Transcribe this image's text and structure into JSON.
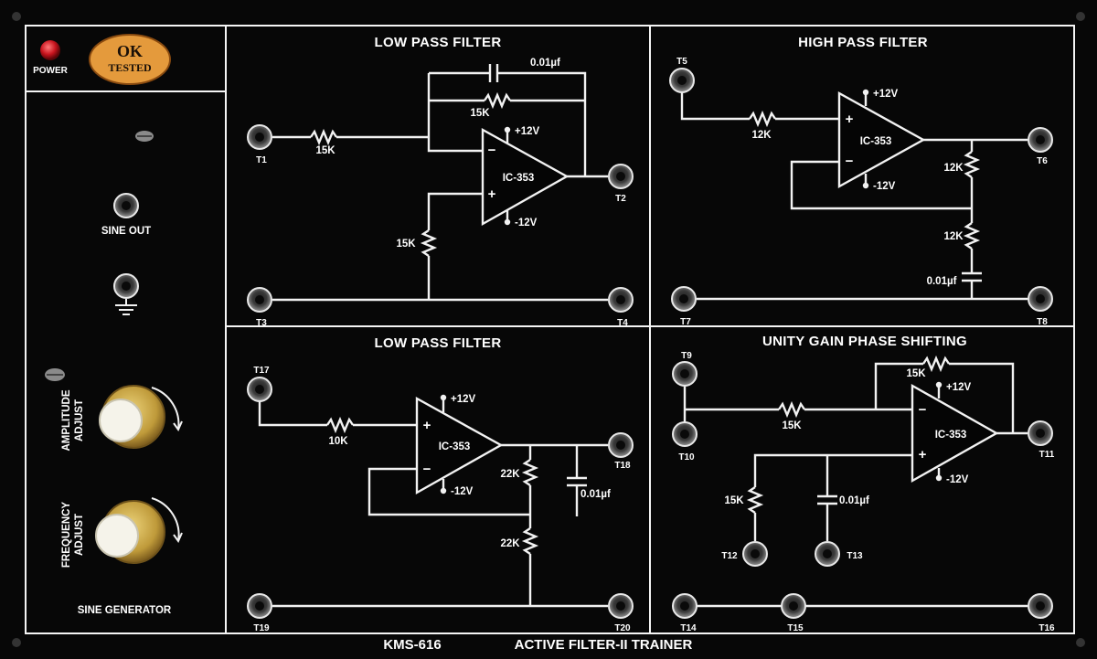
{
  "left_panel": {
    "power_label": "POWER",
    "ok_badge": {
      "line1": "OK",
      "line2": "TESTED"
    },
    "sine_out_label": "SINE OUT",
    "amplitude_label": [
      "AMPLITUDE",
      "ADJUST"
    ],
    "frequency_label": [
      "FREQUENCY",
      "ADJUST"
    ],
    "section_label": "SINE GENERATOR"
  },
  "low_pass_1": {
    "title": "LOW PASS FILTER",
    "cap": "0.01µf",
    "r_feedback": "15K",
    "r_input": "15K",
    "r_ground": "15K",
    "opamp": "IC-353",
    "vpos": "+12V",
    "vneg": "-12V",
    "plus": "+",
    "minus": "−",
    "terminals": {
      "in": "T1",
      "out": "T2",
      "gnd_left": "T3",
      "gnd_right": "T4"
    }
  },
  "high_pass": {
    "title": "HIGH PASS FILTER",
    "r_input": "12K",
    "r_top": "12K",
    "r_bottom": "12K",
    "cap": "0.01µf",
    "opamp": "IC-353",
    "vpos": "+12V",
    "vneg": "-12V",
    "plus": "+",
    "minus": "−",
    "terminals": {
      "in": "T5",
      "out": "T6",
      "gnd_left": "T7",
      "gnd_right": "T8"
    }
  },
  "low_pass_2": {
    "title": "LOW PASS FILTER",
    "r_input": "10K",
    "r_top": "22K",
    "r_bottom": "22K",
    "cap": "0.01µf",
    "opamp": "IC-353",
    "vpos": "+12V",
    "vneg": "-12V",
    "plus": "+",
    "minus": "−",
    "terminals": {
      "in": "T17",
      "out": "T18",
      "gnd_left": "T19",
      "gnd_right": "T20"
    }
  },
  "phase_shift": {
    "title": "UNITY GAIN PHASE SHIFTING",
    "r_feedback": "15K",
    "r_input": "15K",
    "r_ground": "15K",
    "cap": "0.01µf",
    "opamp": "IC-353",
    "vpos": "+12V",
    "vneg": "-12V",
    "plus": "+",
    "minus": "−",
    "terminals": {
      "in_top": "T9",
      "in_bottom": "T10",
      "out": "T11",
      "r_term": "T12",
      "c_term": "T13",
      "gnd_left": "T14",
      "gnd_mid": "T15",
      "gnd_right": "T16"
    }
  },
  "footer": {
    "model": "KMS-616",
    "name": "ACTIVE FILTER-II TRAINER"
  },
  "colors": {
    "panel": "#070707",
    "lines": "#f2f2f2",
    "power_led": "#c8141e",
    "badge": "#e49a3c",
    "knob": "#c9a84a"
  }
}
